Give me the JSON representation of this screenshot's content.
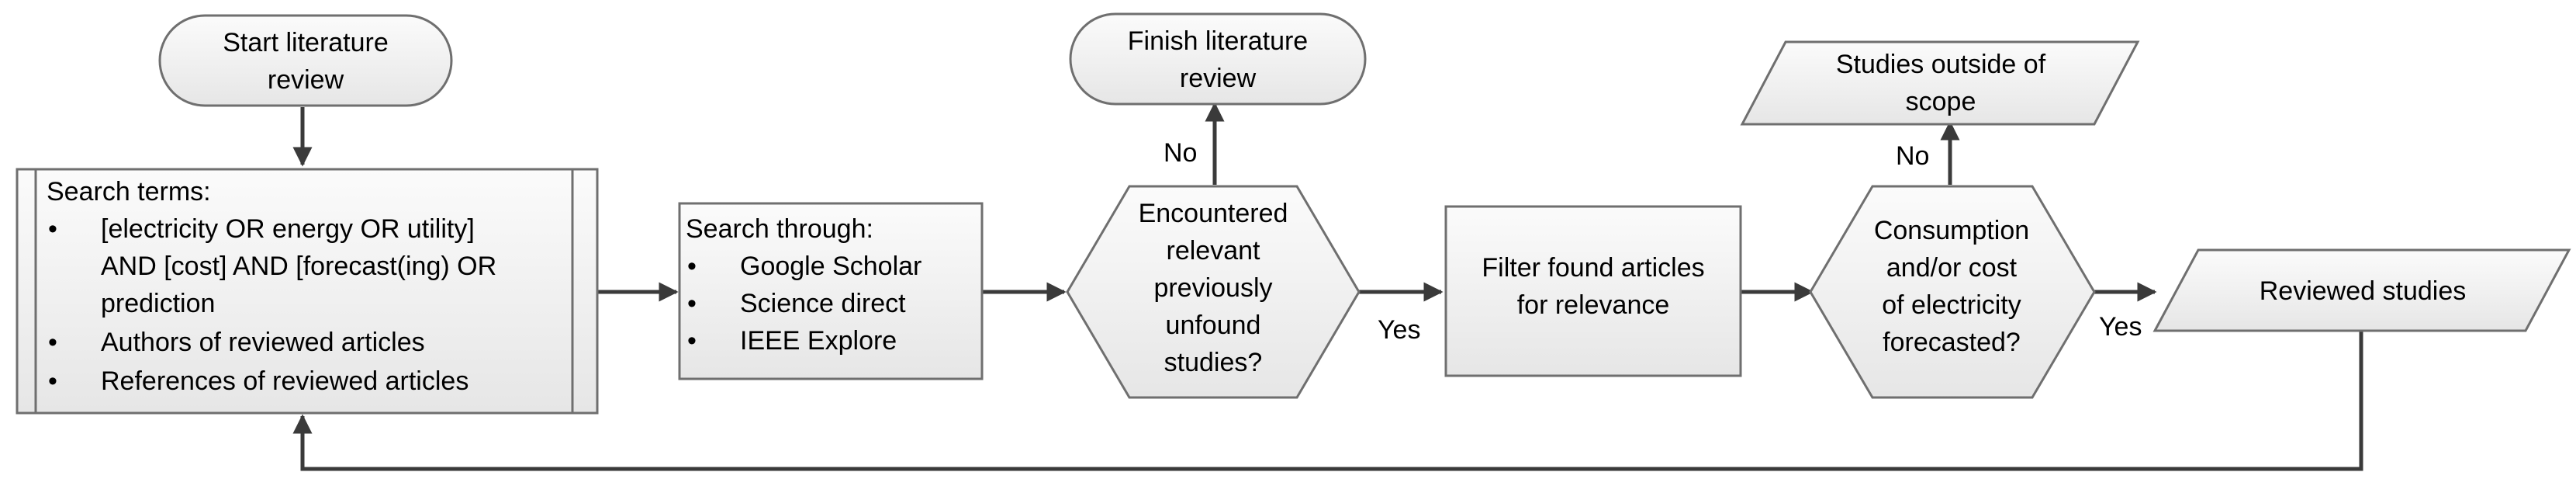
{
  "nodes": {
    "start": {
      "lines": [
        "Start literature",
        "review"
      ]
    },
    "finish": {
      "lines": [
        "Finish literature",
        "review"
      ]
    },
    "search_terms": {
      "title": "Search terms:",
      "bullets": [
        [
          "[electricity OR energy OR utility]",
          "AND [cost] AND [forecast(ing) OR",
          "prediction"
        ],
        [
          "Authors of reviewed articles"
        ],
        [
          "References of reviewed articles"
        ]
      ]
    },
    "search_through": {
      "title": "Search through:",
      "bullets": [
        [
          "Google Scholar"
        ],
        [
          "Science direct"
        ],
        [
          "IEEE Explore"
        ]
      ]
    },
    "decision_relevant": {
      "lines": [
        "Encountered",
        "relevant",
        "previously",
        "unfound",
        "studies?"
      ]
    },
    "filter": {
      "lines": [
        "Filter found articles",
        "for relevance"
      ]
    },
    "decision_consumption": {
      "lines": [
        "Consumption",
        "and/or cost",
        "of electricity",
        "forecasted?"
      ]
    },
    "outside_scope": {
      "lines": [
        "Studies outside of",
        "scope"
      ]
    },
    "reviewed": {
      "lines": [
        "Reviewed studies"
      ]
    }
  },
  "edge_labels": {
    "no_1": "No",
    "yes_1": "Yes",
    "no_2": "No",
    "yes_2": "Yes"
  },
  "bullet_symbol": "•"
}
